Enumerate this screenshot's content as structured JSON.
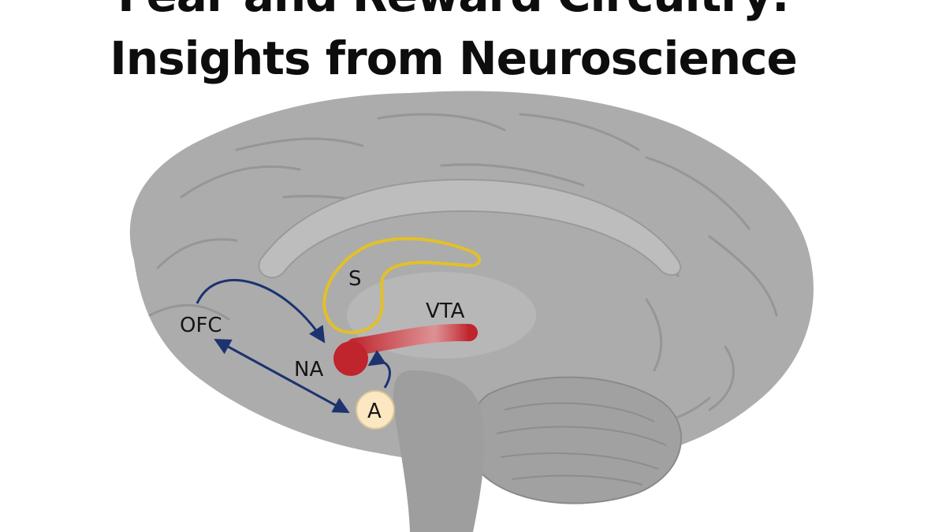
{
  "title": {
    "line1": "Fear and Reward Circuitry:",
    "line2": "Insights from Neuroscience"
  },
  "labels": {
    "striatum": "S",
    "vta": "VTA",
    "ofc": "OFC",
    "nucleus_accumbens": "NA",
    "amygdala": "A"
  },
  "colors": {
    "background": "#ffffff",
    "brain": "#a9a9a9",
    "striatum_outline": "#e3c028",
    "reward_pathway": "#c0242c",
    "arrows": "#1c3370",
    "amygdala_fill": "#fbe8c2"
  }
}
